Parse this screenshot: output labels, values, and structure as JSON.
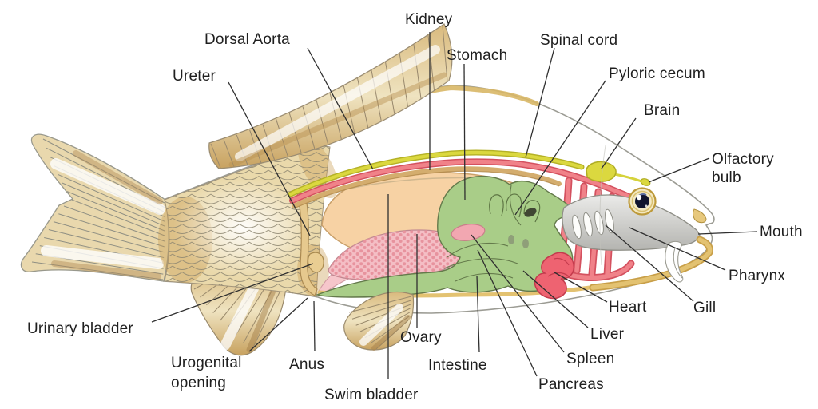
{
  "labels": {
    "kidney": "Kidney",
    "dorsal_aorta": "Dorsal Aorta",
    "ureter": "Ureter",
    "stomach": "Stomach",
    "spinal_cord": "Spinal cord",
    "pyloric_cecum": "Pyloric cecum",
    "brain": "Brain",
    "olfactory_bulb": [
      "Olfactory",
      "bulb"
    ],
    "mouth": "Mouth",
    "pharynx": "Pharynx",
    "gill": "Gill",
    "heart": "Heart",
    "liver": "Liver",
    "spleen": "Spleen",
    "pancreas": "Pancreas",
    "intestine": "Intestine",
    "ovary": "Ovary",
    "swim_bladder": "Swim bladder",
    "anus": "Anus",
    "urogenital_opening": [
      "Urogenital",
      "opening"
    ],
    "urinary_bladder": "Urinary bladder"
  },
  "colors": {
    "nervous_yellow": "#dbd83f",
    "vessel_red": "#f08289",
    "digestive_green": "#a9cd88",
    "swim_bladder_peach": "#f7d2a4",
    "ovary_pink": "#f4bec5",
    "spleen_pink": "#f2a7b1",
    "heart_red": "#ee6371",
    "body_gold": "#e2c68c",
    "pharynx_gray": "#cdcdc9",
    "label_ink": "#1f1f1f"
  }
}
